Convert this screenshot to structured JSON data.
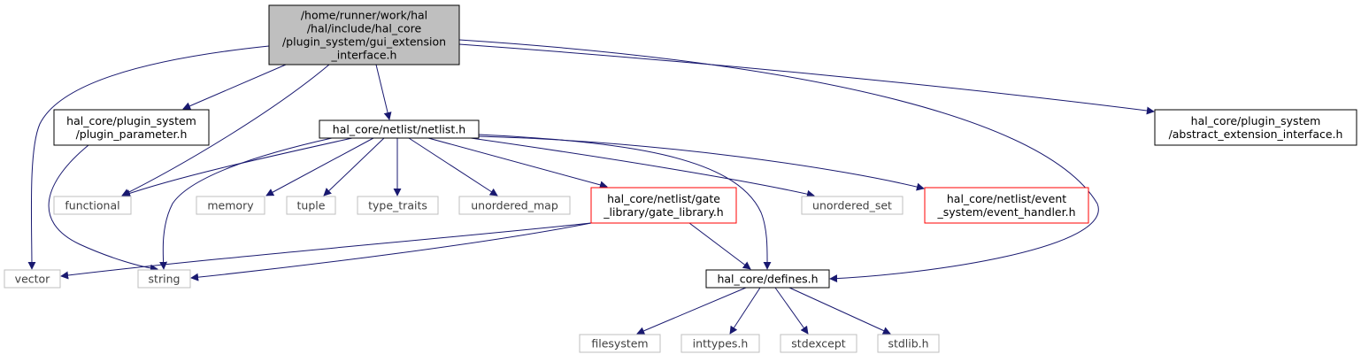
{
  "graph": {
    "colors": {
      "edge": "#191970",
      "root_fill": "#bfbfbf",
      "project_border": "#000000",
      "incomplete_border": "#ff0000",
      "system_border": "#bfbfbf"
    },
    "nodes": {
      "root": {
        "lines": [
          "/home/runner/work/hal",
          "/hal/include/hal_core",
          "/plugin_system/gui_extension",
          "_interface.h"
        ],
        "kind": "root"
      },
      "plugin_parameter": {
        "lines": [
          "hal_core/plugin_system",
          "/plugin_parameter.h"
        ],
        "kind": "project"
      },
      "netlist": {
        "lines": [
          "hal_core/netlist/netlist.h"
        ],
        "kind": "project"
      },
      "abstract_ext": {
        "lines": [
          "hal_core/plugin_system",
          "/abstract_extension_interface.h"
        ],
        "kind": "project"
      },
      "functional": {
        "lines": [
          "functional"
        ],
        "kind": "system"
      },
      "memory": {
        "lines": [
          "memory"
        ],
        "kind": "system"
      },
      "tuple": {
        "lines": [
          "tuple"
        ],
        "kind": "system"
      },
      "type_traits": {
        "lines": [
          "type_traits"
        ],
        "kind": "system"
      },
      "unordered_map": {
        "lines": [
          "unordered_map"
        ],
        "kind": "system"
      },
      "gate_library": {
        "lines": [
          "hal_core/netlist/gate",
          "_library/gate_library.h"
        ],
        "kind": "incomplete"
      },
      "unordered_set": {
        "lines": [
          "unordered_set"
        ],
        "kind": "system"
      },
      "event_handler": {
        "lines": [
          "hal_core/netlist/event",
          "_system/event_handler.h"
        ],
        "kind": "incomplete"
      },
      "vector": {
        "lines": [
          "vector"
        ],
        "kind": "system"
      },
      "string": {
        "lines": [
          "string"
        ],
        "kind": "system"
      },
      "defines": {
        "lines": [
          "hal_core/defines.h"
        ],
        "kind": "project"
      },
      "filesystem": {
        "lines": [
          "filesystem"
        ],
        "kind": "system"
      },
      "inttypes": {
        "lines": [
          "inttypes.h"
        ],
        "kind": "system"
      },
      "stdexcept": {
        "lines": [
          "stdexcept"
        ],
        "kind": "system"
      },
      "stdlib": {
        "lines": [
          "stdlib.h"
        ],
        "kind": "system"
      }
    },
    "edges": [
      [
        "root",
        "plugin_parameter"
      ],
      [
        "root",
        "functional"
      ],
      [
        "root",
        "netlist"
      ],
      [
        "root",
        "abstract_ext"
      ],
      [
        "root",
        "vector"
      ],
      [
        "root",
        "defines"
      ],
      [
        "plugin_parameter",
        "string"
      ],
      [
        "netlist",
        "functional"
      ],
      [
        "netlist",
        "memory"
      ],
      [
        "netlist",
        "tuple"
      ],
      [
        "netlist",
        "type_traits"
      ],
      [
        "netlist",
        "unordered_map"
      ],
      [
        "netlist",
        "gate_library"
      ],
      [
        "netlist",
        "unordered_set"
      ],
      [
        "netlist",
        "event_handler"
      ],
      [
        "netlist",
        "string"
      ],
      [
        "netlist",
        "defines"
      ],
      [
        "gate_library",
        "vector"
      ],
      [
        "gate_library",
        "string"
      ],
      [
        "gate_library",
        "defines"
      ],
      [
        "defines",
        "filesystem"
      ],
      [
        "defines",
        "inttypes"
      ],
      [
        "defines",
        "stdexcept"
      ],
      [
        "defines",
        "stdlib"
      ]
    ]
  }
}
